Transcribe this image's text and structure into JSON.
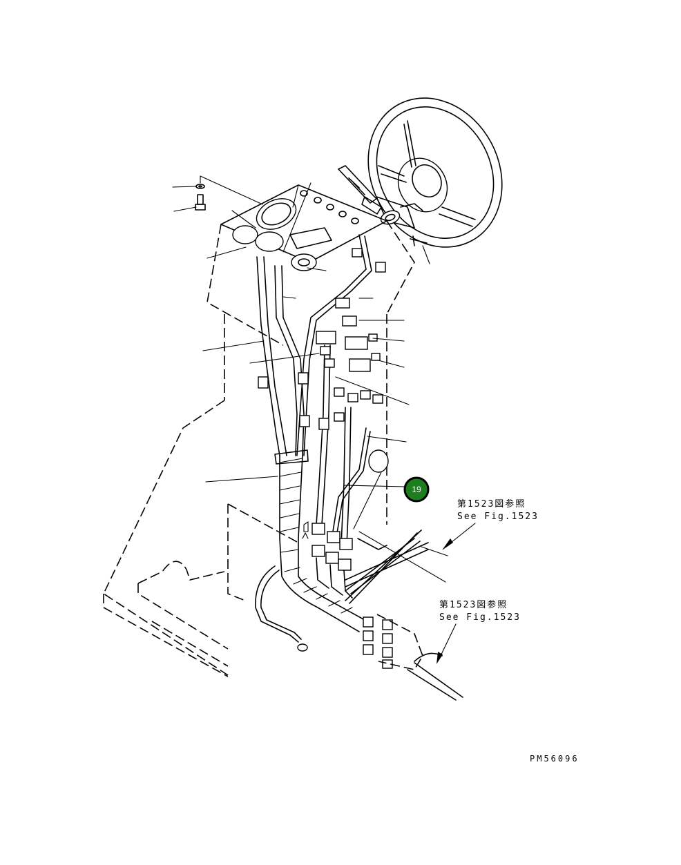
{
  "callout": {
    "number": "19",
    "color": "#1e7d1e"
  },
  "references": [
    {
      "ja": "第1523図参照",
      "en": "See Fig.1523"
    },
    {
      "ja": "第1523図参照",
      "en": "See Fig.1523"
    }
  ],
  "drawing_code": "PM56096"
}
